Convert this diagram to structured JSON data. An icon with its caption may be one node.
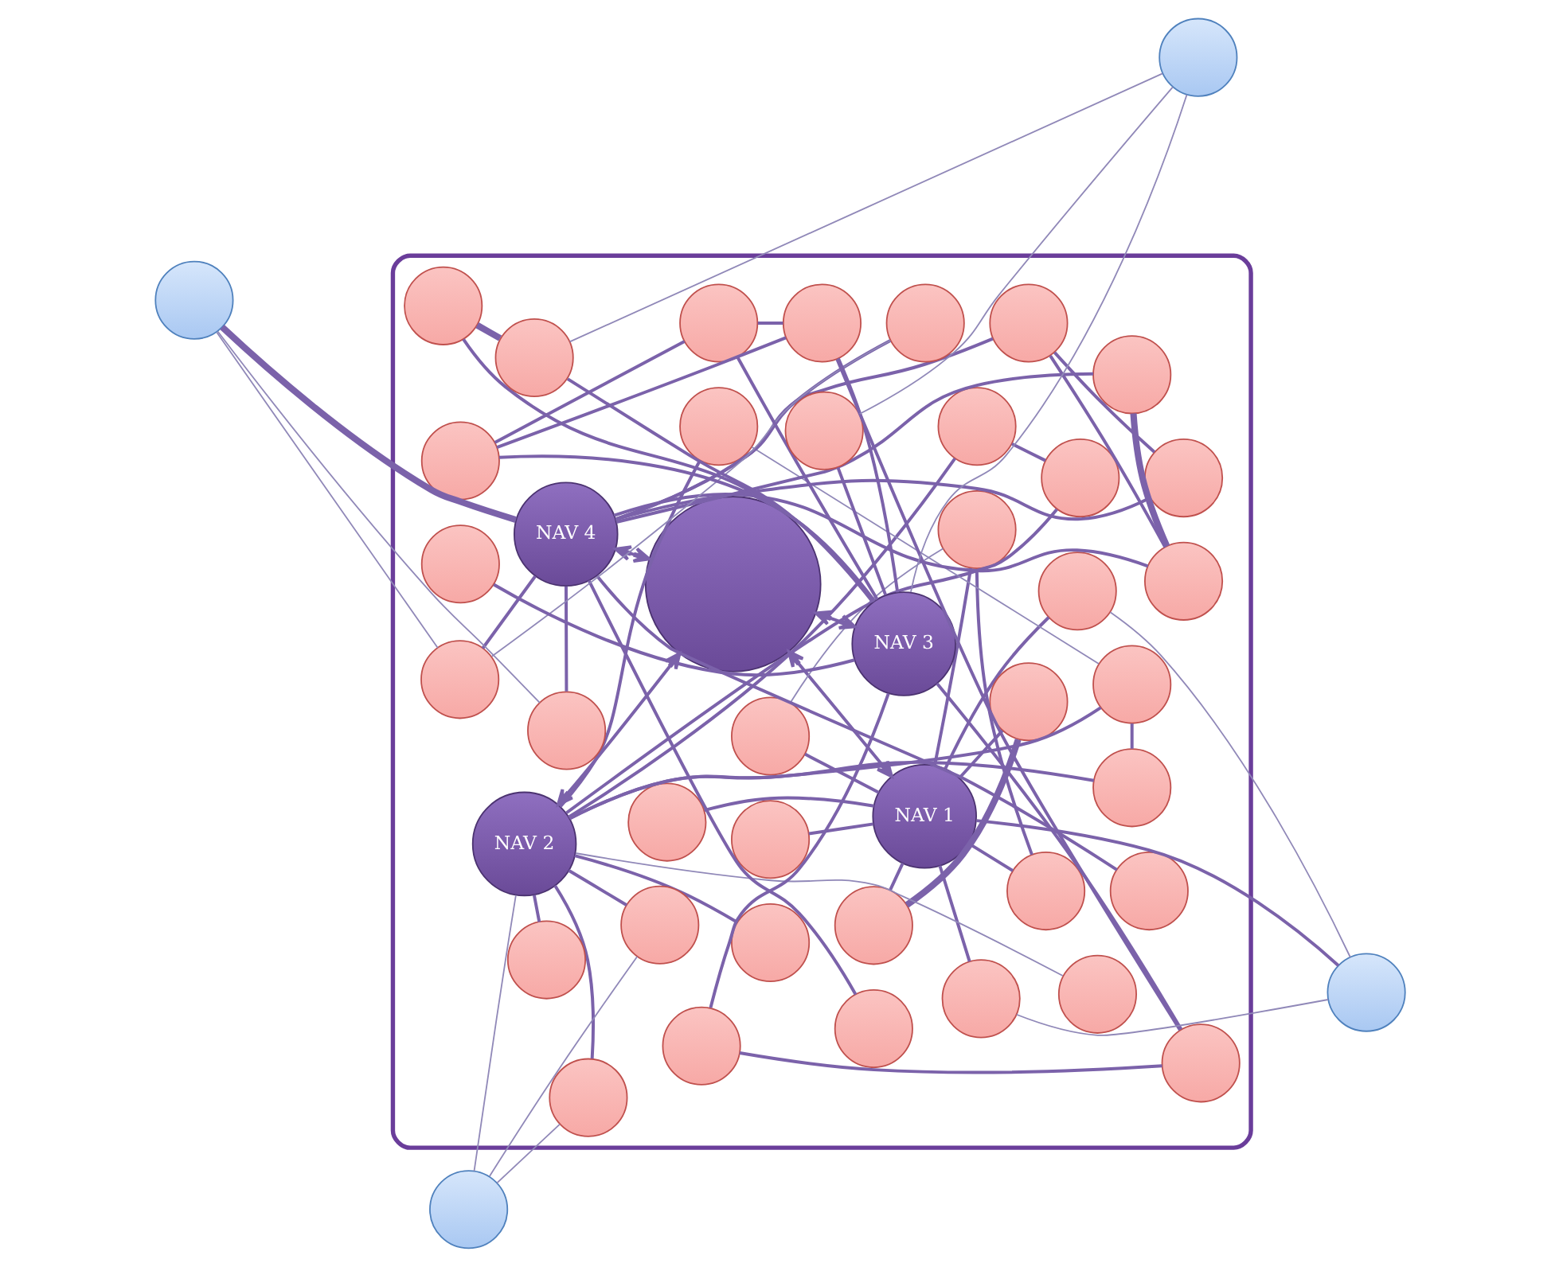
{
  "diagram": {
    "nodes": [
      {
        "text": [],
        "shape": "ellipse"
      },
      {
        "text": [],
        "shape": "circle"
      },
      {
        "text": [],
        "shape": "circle"
      },
      {
        "text": [
          "NAV 1"
        ],
        "in": 0
      },
      {
        "text": [],
        "shape": "circle",
        "in": 0
      },
      {
        "text": [],
        "shape": "circle",
        "in": 0
      },
      {
        "text": [],
        "shape": "circle",
        "in": 0
      },
      {
        "text": [],
        "shape": "circle",
        "in": 0
      },
      {
        "text": [],
        "shape": "circle",
        "in": 0
      },
      {
        "text": [],
        "shape": "circle",
        "in": 0
      },
      {
        "text": [],
        "shape": "circle",
        "in": 0
      },
      {
        "text": [],
        "shape": "circle",
        "in": 0
      },
      {
        "text": [],
        "shape": "circle",
        "in": 0
      },
      {
        "text": [
          "NAV 2"
        ],
        "in": 0
      },
      {
        "text": [],
        "shape": "circle",
        "in": 0
      },
      {
        "text": [],
        "shape": "circle",
        "in": 0
      },
      {
        "text": [],
        "shape": "circle",
        "in": 0
      },
      {
        "text": [],
        "shape": "circle",
        "in": 0
      },
      {
        "text": [],
        "shape": "circle",
        "in": 0
      },
      {
        "text": [],
        "shape": "circle",
        "in": 0
      },
      {
        "text": [],
        "shape": "circle",
        "in": 0
      },
      {
        "text": [],
        "shape": "circle",
        "in": 0
      },
      {
        "text": [],
        "shape": "circle",
        "in": 0
      },
      {
        "text": [],
        "shape": "circle",
        "in": 0
      },
      {
        "text": [],
        "shape": "circle",
        "in": 0
      },
      {
        "text": [
          "NAV 4"
        ],
        "in": 0
      },
      {
        "text": [],
        "shape": "circle",
        "in": 0
      },
      {
        "text": [],
        "shape": "circle",
        "in": 0
      },
      {
        "text": [],
        "shape": "circle",
        "in": 0
      },
      {
        "text": [],
        "shape": "circle",
        "in": 0
      },
      {
        "text": [],
        "shape": "circle",
        "in": 0
      },
      {
        "text": [],
        "shape": "circle",
        "in": 0
      },
      {
        "text": [],
        "shape": "circle",
        "in": 0
      },
      {
        "text": [],
        "shape": "circle",
        "in": 0
      },
      {
        "text": [],
        "shape": "circle",
        "in": 0
      },
      {
        "text": [
          "NAV 3"
        ],
        "in": 0
      },
      {
        "text": [],
        "shape": "circle",
        "in": 0
      },
      {
        "text": [],
        "shape": "circle",
        "in": 0
      },
      {
        "text": [],
        "shape": "circle",
        "in": 0
      },
      {
        "text": [],
        "shape": "circle",
        "in": 0
      },
      {
        "text": [],
        "shape": "circle",
        "in": 0
      },
      {
        "text": [],
        "shape": "circle",
        "in": 0
      },
      {
        "text": [],
        "shape": "circle",
        "in": 0
      },
      {
        "text": [],
        "shape": "circle",
        "in": 0
      },
      {
        "text": [],
        "shape": "circle",
        "in": 0
      },
      {
        "text": [],
        "shape": "circle"
      },
      {
        "text": [],
        "shape": "circle"
      }
    ],
    "edges": [
      {
        "from": 1,
        "to": 3,
        "arrow": "none"
      },
      {
        "from": 1,
        "to": 4,
        "arrow": "none",
        "color": "#9088b8"
      },
      {
        "from": 1,
        "to": 8,
        "arrow": "none",
        "color": "#9088b8"
      },
      {
        "from": 3,
        "to": 4,
        "arrow": "none"
      },
      {
        "from": 3,
        "to": 5,
        "arrow": "none"
      },
      {
        "from": 3,
        "to": 6,
        "arrow": "none"
      },
      {
        "from": 3,
        "to": 7,
        "arrow": "none"
      },
      {
        "from": 3,
        "to": 8,
        "arrow": "none"
      },
      {
        "from": 3,
        "to": 9,
        "arrow": "none"
      },
      {
        "from": 3,
        "to": 10,
        "arrow": "none"
      },
      {
        "from": 3,
        "to": 11,
        "arrow": "none"
      },
      {
        "from": 3,
        "to": 12,
        "arrow": "none"
      },
      {
        "from": 5,
        "to": 6,
        "arrow": "none",
        "color": "#9088b8"
      },
      {
        "from": 6,
        "to": 11,
        "arrow": "none"
      },
      {
        "from": 10,
        "to": 12,
        "arrow": "none",
        "style": "thick"
      },
      {
        "from": 3,
        "to": 24,
        "arrow": "both"
      },
      {
        "from": 2,
        "to": 14,
        "arrow": "none",
        "color": "#9088b8"
      },
      {
        "from": 2,
        "to": 13,
        "arrow": "none",
        "color": "#9088b8"
      },
      {
        "from": 2,
        "to": 19,
        "arrow": "none",
        "color": "#9088b8"
      },
      {
        "from": 13,
        "to": 14,
        "arrow": "none"
      },
      {
        "from": 13,
        "to": 15,
        "arrow": "none"
      },
      {
        "from": 13,
        "to": 16,
        "arrow": "none"
      },
      {
        "from": 13,
        "to": 17,
        "arrow": "none"
      },
      {
        "from": 13,
        "to": 18,
        "arrow": "none"
      },
      {
        "from": 15,
        "to": 16,
        "arrow": "none"
      },
      {
        "from": 13,
        "to": 19,
        "arrow": "none"
      },
      {
        "from": 13,
        "to": 20,
        "arrow": "none"
      },
      {
        "from": 13,
        "to": 21,
        "arrow": "none",
        "color": "#9088b8"
      },
      {
        "from": 13,
        "to": 23,
        "arrow": "none"
      },
      {
        "from": 13,
        "to": 22,
        "arrow": "none"
      },
      {
        "from": 23,
        "to": 22,
        "arrow": "none"
      },
      {
        "from": 17,
        "to": 23,
        "arrow": "none",
        "color": "#9088b8"
      },
      {
        "from": 13,
        "to": 24,
        "arrow": "both"
      },
      {
        "from": 26,
        "to": 29,
        "arrow": "none",
        "style": "thick"
      },
      {
        "from": 25,
        "to": 26,
        "arrow": "none"
      },
      {
        "from": 25,
        "to": 27,
        "arrow": "none"
      },
      {
        "from": 25,
        "to": 28,
        "arrow": "none"
      },
      {
        "from": 25,
        "to": 29,
        "arrow": "none"
      },
      {
        "from": 25,
        "to": 30,
        "arrow": "none"
      },
      {
        "from": 29,
        "to": 32,
        "arrow": "none"
      },
      {
        "from": 31,
        "to": 32,
        "arrow": "none"
      },
      {
        "from": 25,
        "to": 31,
        "arrow": "none"
      },
      {
        "from": 25,
        "to": 32,
        "arrow": "none"
      },
      {
        "from": 25,
        "to": 33,
        "arrow": "none"
      },
      {
        "from": 25,
        "to": 34,
        "arrow": "none"
      },
      {
        "from": 24,
        "to": 25,
        "arrow": "both"
      },
      {
        "from": 36,
        "to": 38,
        "arrow": "none"
      },
      {
        "from": 36,
        "to": 37,
        "arrow": "none"
      },
      {
        "from": 37,
        "to": 38,
        "arrow": "none"
      },
      {
        "from": 35,
        "to": 36,
        "arrow": "none"
      },
      {
        "from": 35,
        "to": 37,
        "arrow": "none"
      },
      {
        "from": 35,
        "to": 38,
        "arrow": "none"
      },
      {
        "from": 35,
        "to": 39,
        "arrow": "none"
      },
      {
        "from": 35,
        "to": 40,
        "arrow": "none"
      },
      {
        "from": 42,
        "to": 36,
        "arrow": "none"
      },
      {
        "from": 42,
        "to": 41,
        "arrow": "none"
      },
      {
        "from": 42,
        "to": 35,
        "arrow": "none"
      },
      {
        "from": 41,
        "to": 35,
        "arrow": "none"
      },
      {
        "from": 43,
        "to": 35,
        "arrow": "none"
      },
      {
        "from": 44,
        "to": 35,
        "arrow": "none"
      },
      {
        "from": 43,
        "to": 44,
        "arrow": "none",
        "style": "thick"
      },
      {
        "from": 24,
        "to": 35,
        "arrow": "both"
      },
      {
        "from": 45,
        "to": 25,
        "arrow": "none",
        "style": "thick"
      },
      {
        "from": 45,
        "to": 30,
        "arrow": "none",
        "color": "#9088b8"
      },
      {
        "from": 45,
        "to": 33,
        "arrow": "none",
        "color": "#9088b8"
      },
      {
        "from": 33,
        "to": 34,
        "arrow": "none",
        "color": "#9088b8"
      },
      {
        "from": 46,
        "to": 44,
        "arrow": "none",
        "color": "#9088b8"
      },
      {
        "from": 46,
        "to": 35,
        "arrow": "none",
        "color": "#9088b8"
      },
      {
        "from": 46,
        "to": 40,
        "arrow": "none",
        "color": "#9088b8"
      }
    ]
  }
}
